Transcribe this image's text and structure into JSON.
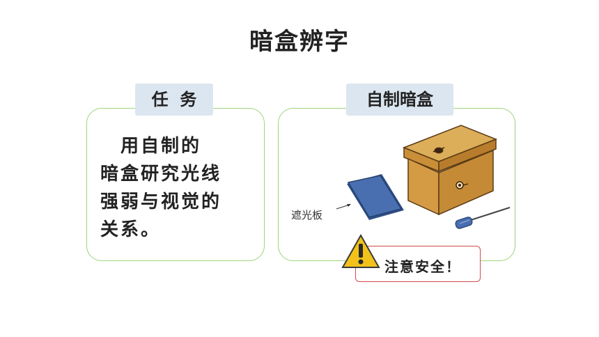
{
  "title": "暗盒辨字",
  "task": {
    "tab_label": "任  务",
    "lines": [
      "　用自制的",
      "暗盒研究光线",
      "强弱与视觉的",
      "关系。"
    ]
  },
  "make": {
    "tab_label": "自制暗盒",
    "board_label": "遮光板",
    "warning": "注意安全！"
  },
  "colors": {
    "panel_border": "#9ed27a",
    "tab_bg": "#dce6f0",
    "box": "#d9a14a",
    "board": "#4a6fb0",
    "warning_border": "#d24a4a",
    "warning_triangle": "#f2c21b"
  }
}
